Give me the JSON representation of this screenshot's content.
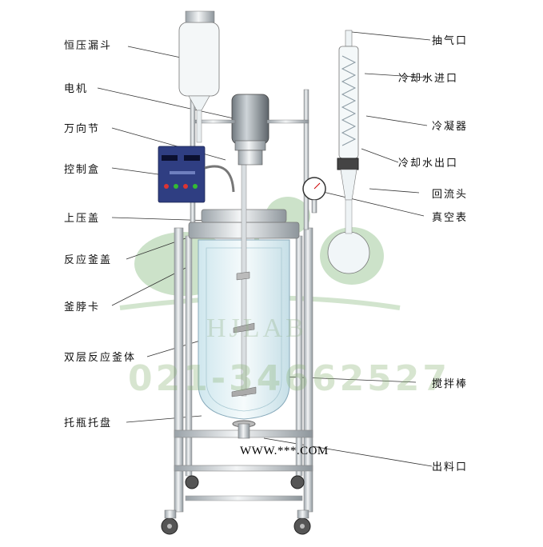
{
  "labels_left": [
    {
      "id": "constant-pressure-funnel",
      "text": "恒压漏斗"
    },
    {
      "id": "motor",
      "text": "电机"
    },
    {
      "id": "universal-joint",
      "text": "万向节"
    },
    {
      "id": "control-box",
      "text": "控制盒"
    },
    {
      "id": "upper-pressure-cover",
      "text": "上压盖"
    },
    {
      "id": "reactor-lid",
      "text": "反应釜盖"
    },
    {
      "id": "neck-clamp",
      "text": "釜脖卡"
    },
    {
      "id": "double-layer-vessel",
      "text": "双层反应釜体"
    },
    {
      "id": "flask-tray",
      "text": "托瓶托盘"
    }
  ],
  "labels_right": [
    {
      "id": "vacuum-outlet",
      "text": "抽气口"
    },
    {
      "id": "cooling-water-inlet",
      "text": "冷却水进口"
    },
    {
      "id": "condenser",
      "text": "冷凝器"
    },
    {
      "id": "cooling-water-outlet",
      "text": "冷却水出口"
    },
    {
      "id": "reflux-head",
      "text": "回流头"
    },
    {
      "id": "vacuum-gauge",
      "text": "真空表"
    },
    {
      "id": "stirring-rod",
      "text": "搅拌棒"
    },
    {
      "id": "discharge-port",
      "text": "出料口"
    }
  ],
  "website": "WWW.***.COM",
  "watermark": {
    "brand": "HJLAB",
    "phone": "021-34662527"
  }
}
